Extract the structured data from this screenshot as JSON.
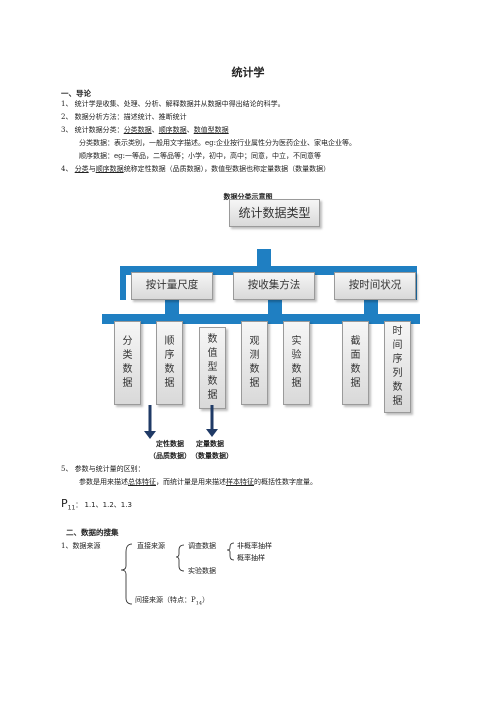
{
  "doc": {
    "title": "统计学",
    "section1": {
      "heading": "一、导论",
      "item1": "1、 统计学是收集、处理、分析、解释数据并从数据中得出结论的科学。",
      "item2": "2、 数据分析方法：描述统计、推断统计",
      "item3_prefix": "3、 统计数据分类：",
      "item3_terms": [
        "分类数据",
        "顺序数据",
        "数值型数据"
      ],
      "item3_sep": "、",
      "line3a": "分类数据：表示类别，一般用文字描述。eg:企业按行业属性分为医药企业、家电企业等。",
      "line3b": "顺序数据：eg:一等品，二等品等；小学，初中，高中；同意，中立，不同意等",
      "item4_a": "4、 ",
      "item4_b": "分类",
      "item4_c": "与",
      "item4_d": "顺序数据",
      "item4_e": "统称定性数据（品质数据），数值型数据也称定量数据（数量数据）"
    },
    "diagram": {
      "title": "数据分类示意图",
      "root": "统计数据类型",
      "groups": [
        {
          "label": "按计量尺度",
          "leaves": [
            "分类数据",
            "顺序数据",
            "数值型数据"
          ]
        },
        {
          "label": "按收集方法",
          "leaves": [
            "观测数据",
            "实验数据"
          ]
        },
        {
          "label": "按时间状况",
          "leaves": [
            "截面数据",
            "时间序列数据"
          ]
        }
      ],
      "qual_label_1": "定性数据",
      "qual_label_2": "（品质数据）",
      "quant_label_1": "定量数据",
      "quant_label_2": "（数量数据）",
      "colors": {
        "band": "#1f7fc2",
        "arrow": "#1f3a66"
      }
    },
    "item5": {
      "line1": "5、 参数与统计量的区别：",
      "l2_a": "参数是用来描述",
      "l2_b": "总体特征",
      "l2_c": "，而统计量是用来描述",
      "l2_d": "样本特征",
      "l2_e": "的概括性数字度量。"
    },
    "ref": {
      "p": "P",
      "sub": "11",
      "rest": "：  1.1、1.2、1.3"
    },
    "section2": {
      "heading": "二、数据的搜集",
      "item1": "1、数据来源",
      "direct": "直接来源",
      "survey": "调查数据",
      "nonprob": "非概率抽样",
      "prob": "概率抽样",
      "experiment": "实验数据",
      "indirect_a": "间接来源（特点：P",
      "indirect_sub": "14",
      "indirect_b": "）"
    }
  }
}
